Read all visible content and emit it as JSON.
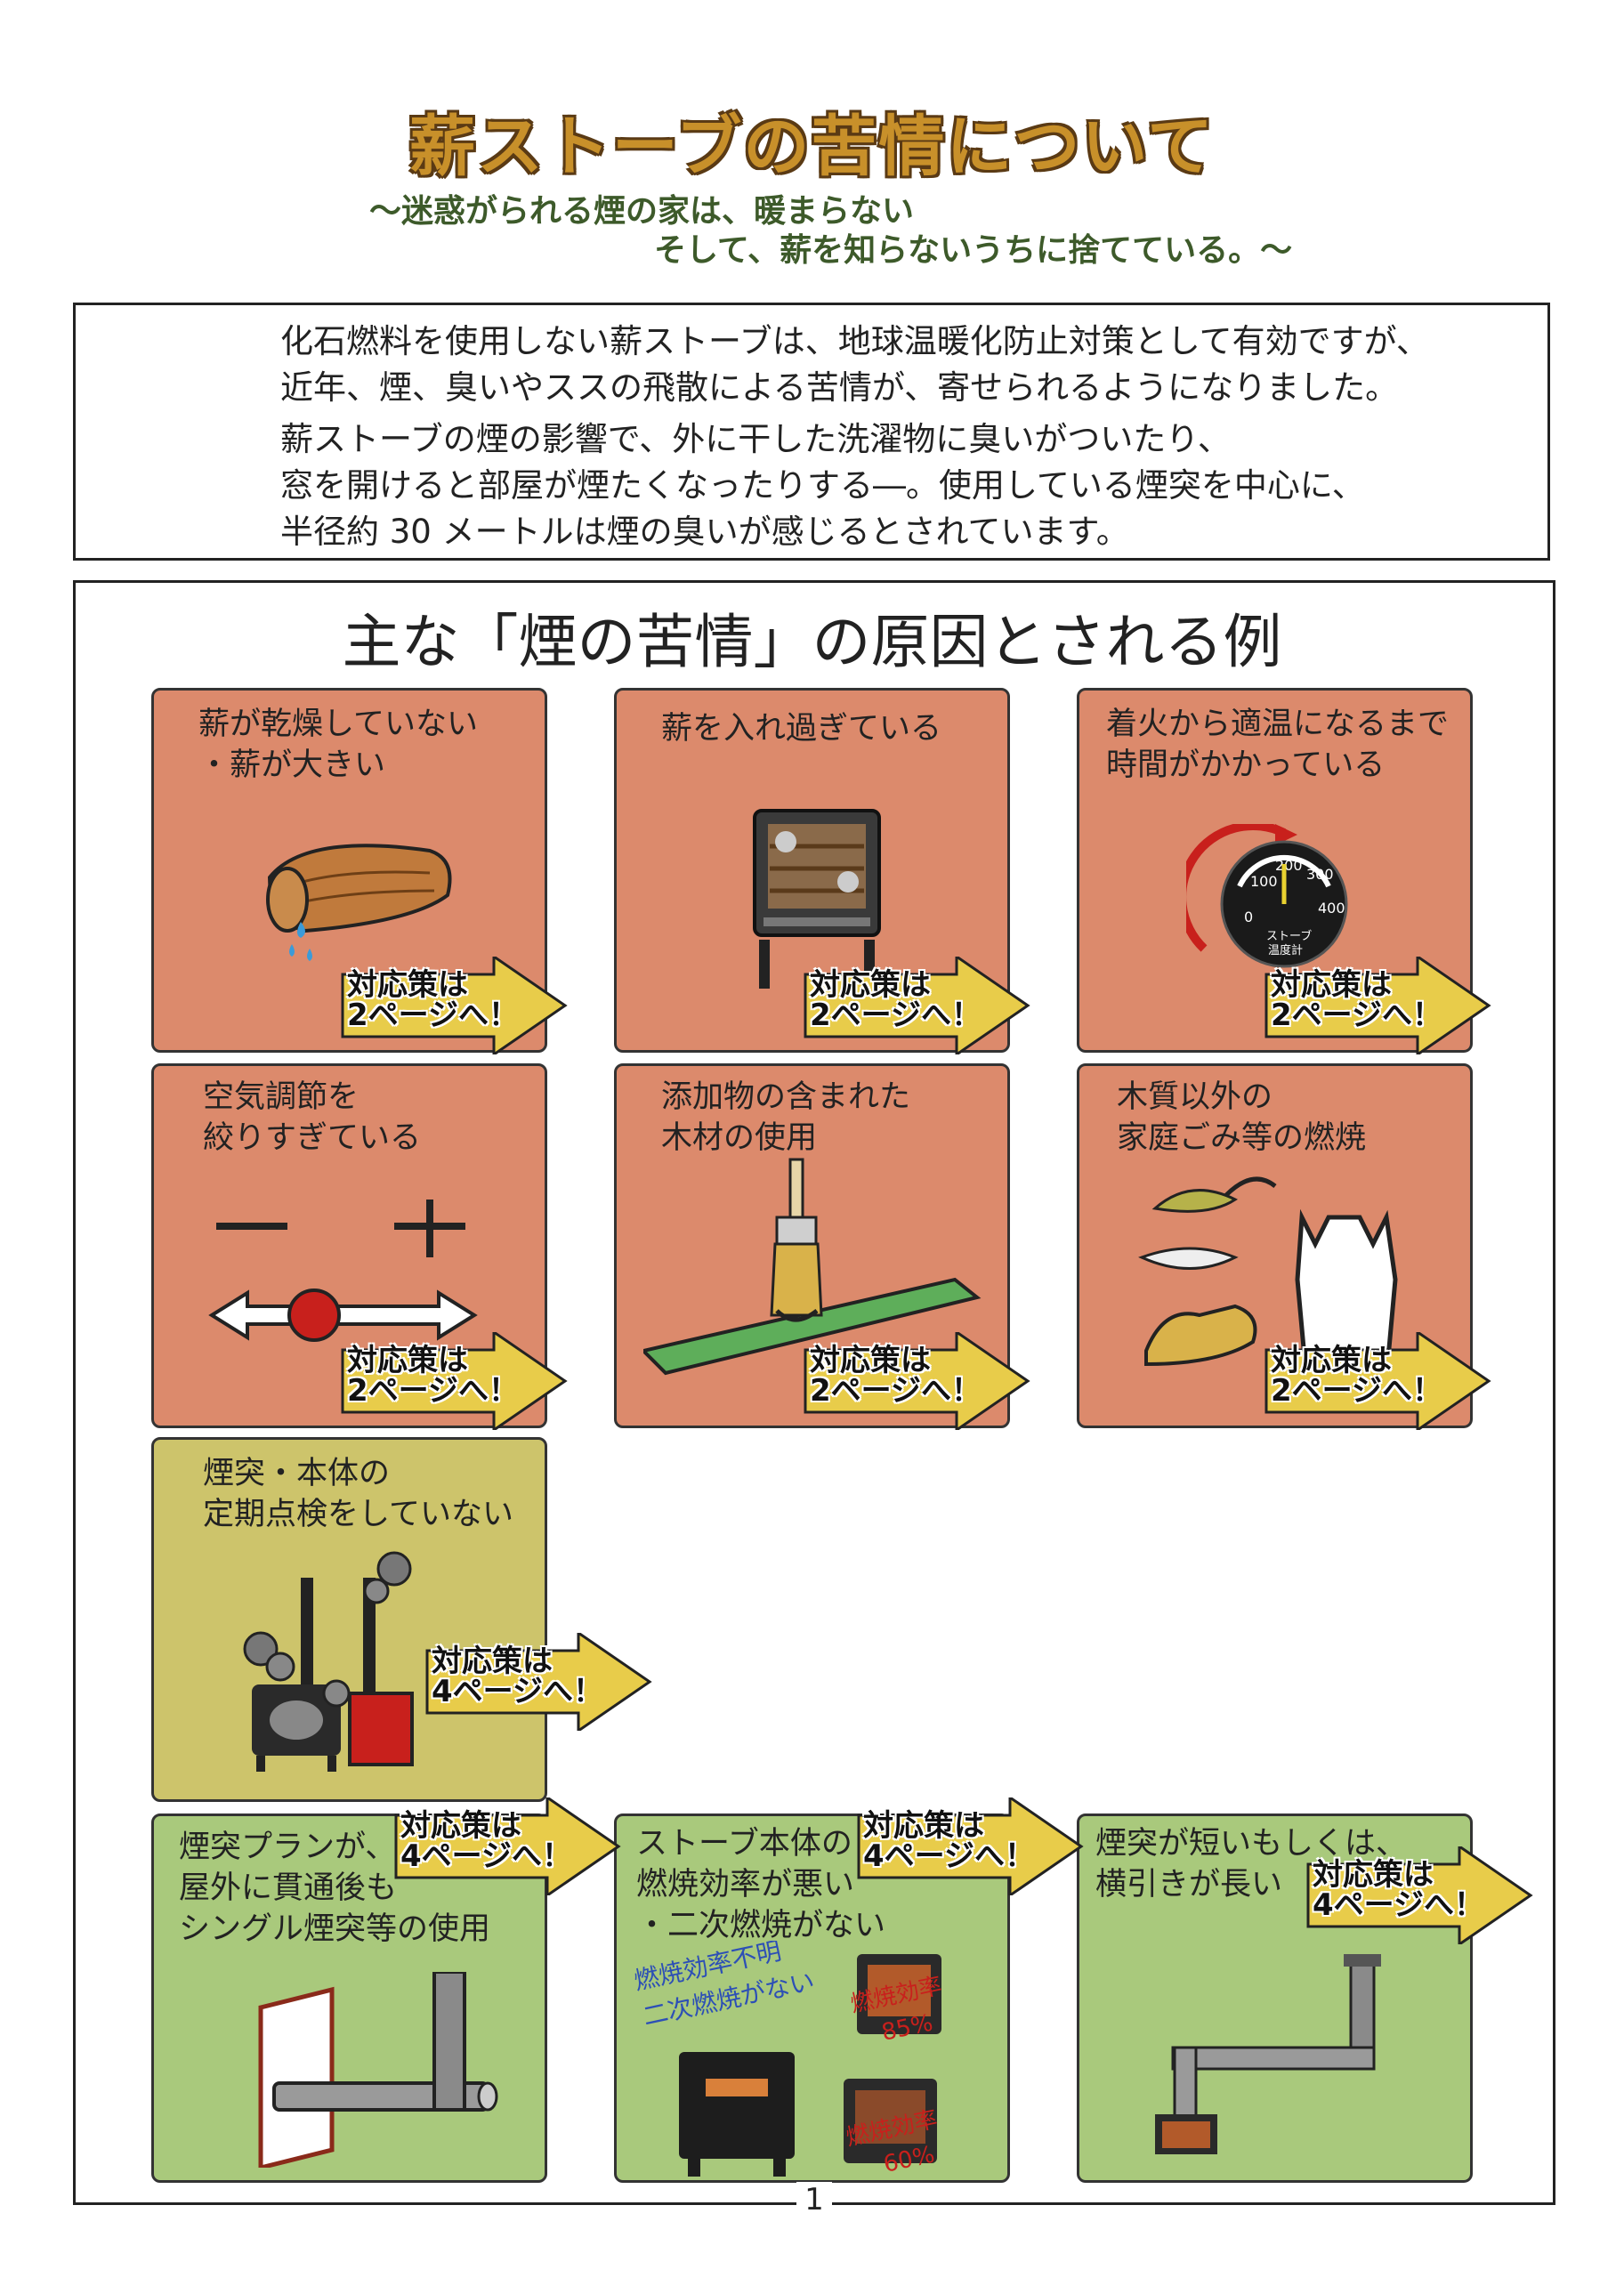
{
  "header": {
    "title": "薪ストーブの苦情について",
    "subtitle_line1": "～迷惑がられる煙の家は、暖まらない",
    "subtitle_line2": "そして、薪を知らないうちに捨てている。～"
  },
  "intro": {
    "p1": "化石燃料を使用しない薪ストーブは、地球温暖化防止対策として有効ですが、",
    "p2": "近年、煙、臭いやススの飛散による苦情が、寄せられるようになりました。",
    "p3": "薪ストーブの煙の影響で、外に干した洗濯物に臭いがついたり、",
    "p4": "窓を開けると部屋が煙たくなったりする―。使用している煙突を中心に、",
    "p5": "半径約 30 メートルは煙の臭いが感じるとされています。"
  },
  "section": {
    "title": "主な「煙の苦情」の原因とされる例"
  },
  "cards": [
    {
      "label": "薪が乾燥していない\n・薪が大きい",
      "arrow": "対応策は\n2ページへ！"
    },
    {
      "label": "薪を入れ過ぎている",
      "arrow": "対応策は\n2ページへ！"
    },
    {
      "label": "着火から適温になるまで\n時間がかかっている",
      "arrow": "対応策は\n2ページへ！"
    },
    {
      "label": "空気調節を\n絞りすぎている",
      "arrow": "対応策は\n2ページへ！"
    },
    {
      "label": "添加物の含まれた\n木材の使用",
      "arrow": "対応策は\n2ページへ！"
    },
    {
      "label": "木質以外の\n家庭ごみ等の燃焼",
      "arrow": "対応策は\n2ページへ！"
    },
    {
      "label": "煙突・本体の\n定期点検をしていない",
      "arrow": "対応策は\n4ページへ！"
    },
    {
      "label": "煙突プランが、\n屋外に貫通後も\nシングル煙突等の使用",
      "arrow": "対応策は\n4ページへ！"
    },
    {
      "label": "ストーブ本体の\n燃焼効率が悪い\n・二次燃焼がない",
      "arrow": "対応策は\n4ページへ！"
    },
    {
      "label": "煙突が短いもしくは、\n横引きが長い",
      "arrow": "対応策は\n4ページへ！"
    }
  ],
  "gauge": {
    "ticks": [
      "0",
      "100",
      "200",
      "300",
      "400"
    ],
    "caption1": "ストーブ",
    "caption2": "温度計"
  },
  "efficiency": {
    "unknown1": "燃焼効率不明",
    "unknown2": "二次燃焼がない",
    "eff_a": "燃焼効率",
    "eff_a_val": "85%",
    "eff_b": "燃焼効率",
    "eff_b_val": "60%"
  },
  "page_number": "1",
  "colors": {
    "orange_card": "#dc8a6c",
    "olive_card": "#cdc46b",
    "green_card": "#a9c97c",
    "arrow_fill": "#e8cc4a",
    "title_gold": "#c8902a"
  }
}
